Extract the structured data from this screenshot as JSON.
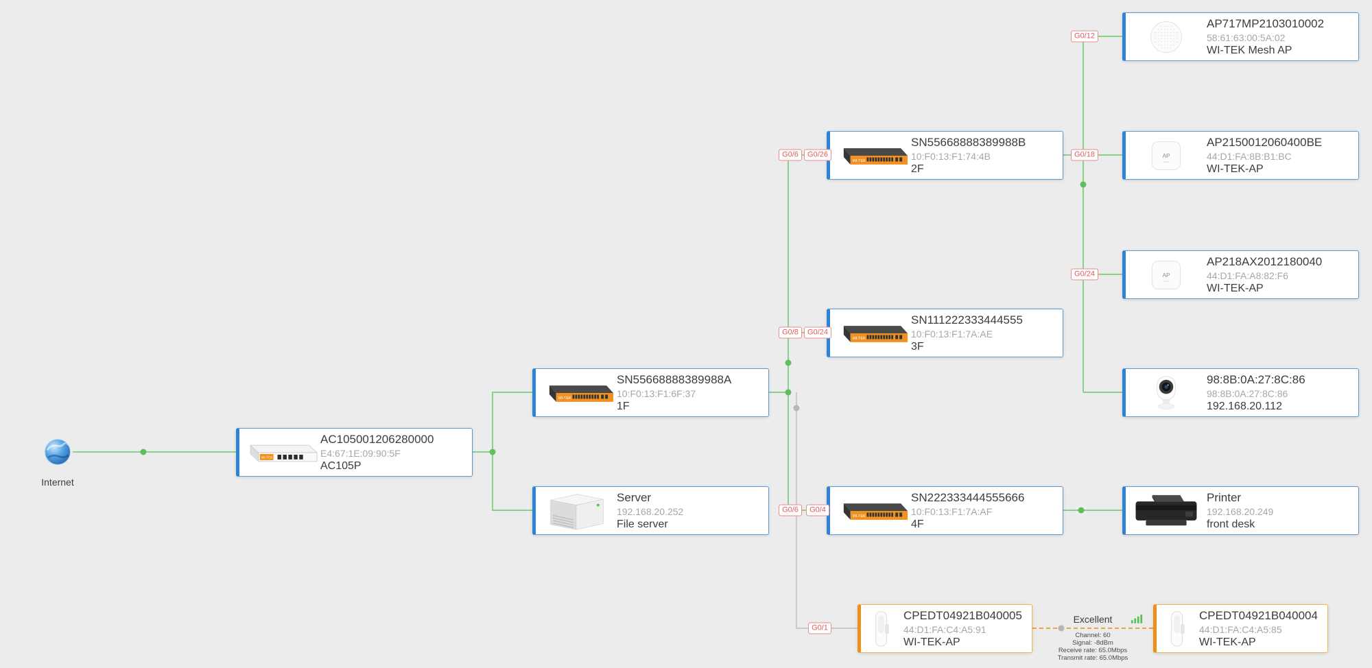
{
  "meta": {
    "background": "#ececec",
    "link_green": "#8ad08a",
    "link_gray": "#c9c9c9",
    "wireless_orange": "#f0a23c",
    "card_accent_blue": "#2e83d6",
    "card_accent_orange": "#ee8f1c",
    "port_red": "#dd5b5b"
  },
  "internet": {
    "label": "Internet"
  },
  "nodes": {
    "ac": {
      "title": "AC105001206280000",
      "sub": "E4:67:1E:09:90:5F",
      "desc": "AC105P"
    },
    "sw1f": {
      "title": "SN55668888389988A",
      "sub": "10:F0:13:F1:6F:37",
      "desc": "1F"
    },
    "server": {
      "title": "Server",
      "sub": "192.168.20.252",
      "desc": "File server"
    },
    "sw2f": {
      "title": "SN55668888389988B",
      "sub": "10:F0:13:F1:74:4B",
      "desc": "2F"
    },
    "sw3f": {
      "title": "SN111222333444555",
      "sub": "10:F0:13:F1:7A:AE",
      "desc": "3F"
    },
    "sw4f": {
      "title": "SN222333444555666",
      "sub": "10:F0:13:F1:7A:AF",
      "desc": "4F"
    },
    "mesh": {
      "title": "AP717MP2103010002",
      "sub": "58:61:63:00:5A:02",
      "desc": "WI-TEK Mesh AP"
    },
    "ap215": {
      "title": "AP2150012060400BE",
      "sub": "44:D1:FA:8B:B1:BC",
      "desc": "WI-TEK-AP"
    },
    "ap218": {
      "title": "AP218AX2012180040",
      "sub": "44:D1:FA:A8:82:F6",
      "desc": "WI-TEK-AP"
    },
    "camera": {
      "title": "98:8B:0A:27:8C:86",
      "sub": "98:8B:0A:27:8C:86",
      "desc": "192.168.20.112"
    },
    "printer": {
      "title": "Printer",
      "sub": "192.168.20.249",
      "desc": "front desk"
    },
    "cpe5": {
      "title": "CPEDT04921B040005",
      "sub": "44:D1:FA:C4:A5:91",
      "desc": "WI-TEK-AP"
    },
    "cpe4": {
      "title": "CPEDT04921B040004",
      "sub": "44:D1:FA:C4:A5:85",
      "desc": "WI-TEK-AP"
    }
  },
  "ports": {
    "mesh_g012": "G0/12",
    "sw2f_uplink": "G0/6",
    "sw2f_local": "G0/26",
    "ap215_g018": "G0/18",
    "ap218_g024": "G0/24",
    "sw3f_uplink": "G0/8",
    "sw3f_local": "G0/24",
    "sw4f_uplink": "G0/6",
    "sw4f_local": "G0/4",
    "cpe_g01": "G0/1"
  },
  "wireless": {
    "quality": "Excellent",
    "channel": "Channel: 60",
    "signal": "Signal: -8dBm",
    "receive": "Receive rate: 65.0Mbps",
    "transmit": "Transmit rate: 65.0Mbps"
  }
}
